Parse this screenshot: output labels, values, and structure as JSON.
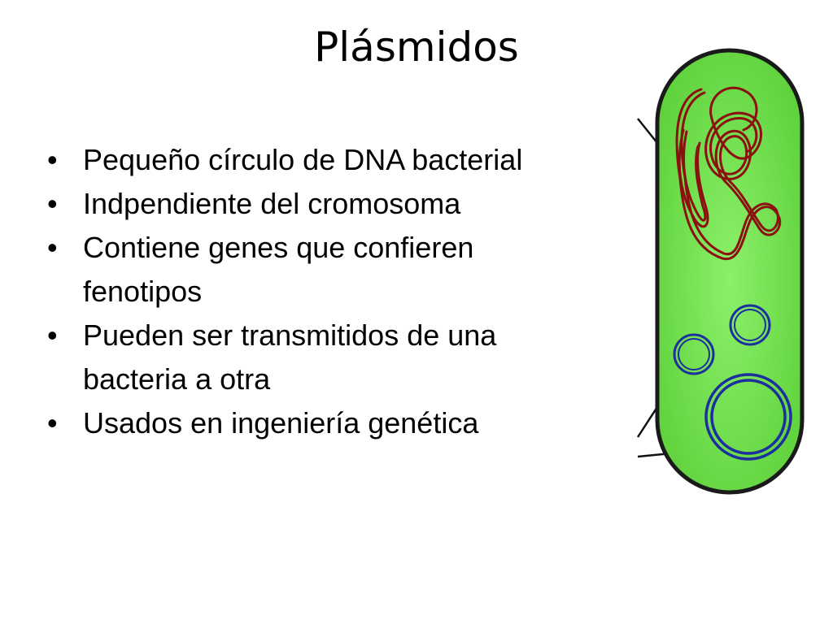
{
  "slide": {
    "title": "Plásmidos",
    "bullet_symbol": "•",
    "bullets": [
      "Pequeño círculo de DNA bacterial",
      "Indpendiente del cromosoma",
      "Contiene genes que confieren fenotipos",
      "Pueden ser transmitidos de una bacteria a otra",
      "Usados en ingeniería genética"
    ]
  },
  "diagram": {
    "cell_fill_color": "#5fd23c",
    "cell_highlight_color": "#8cf06a",
    "cell_outline_color": "#1a1a1a",
    "chromosome_color": "#8b1010",
    "plasmid_color": "#1c2f9e",
    "pointer_line_color": "#111111"
  }
}
